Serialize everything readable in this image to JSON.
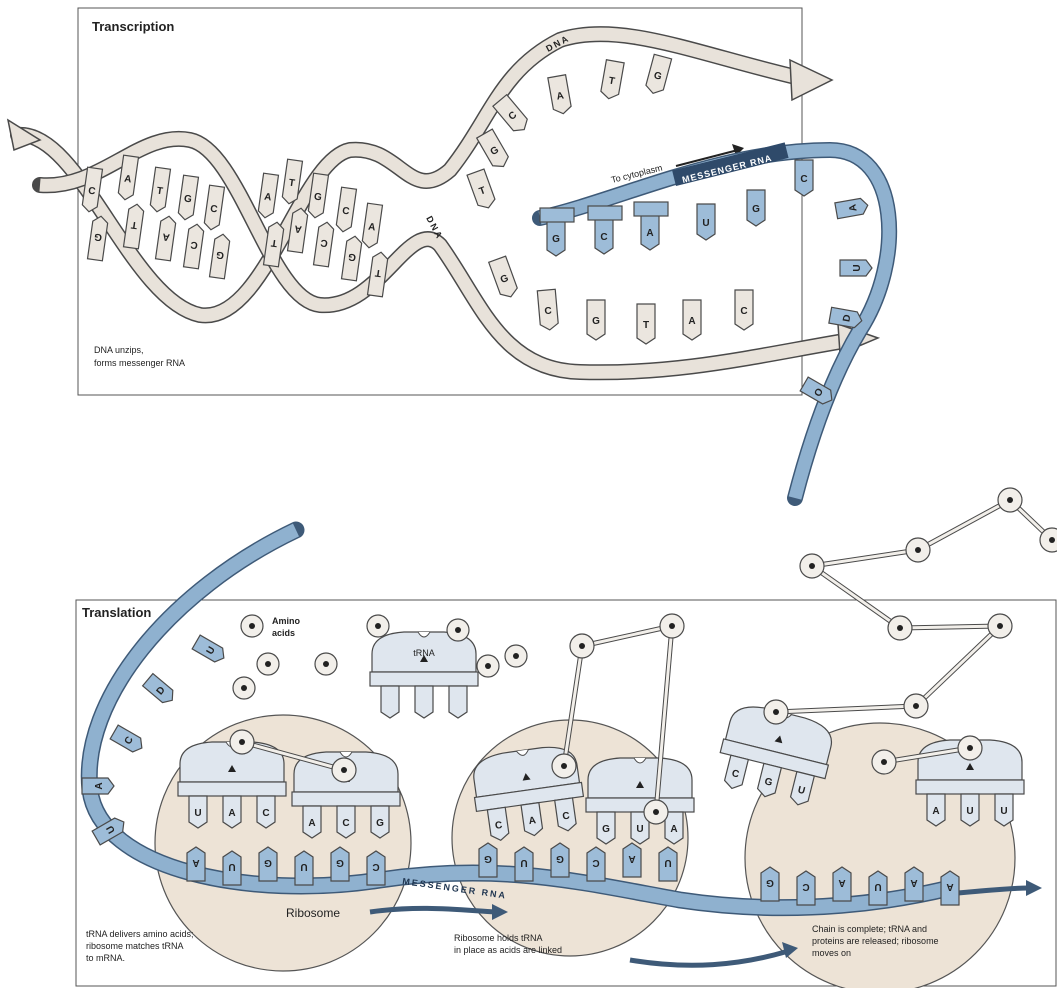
{
  "colors": {
    "dna_strand": "#e8e2da",
    "dna_piece": "#ebe6df",
    "mrna": "#8fb1cf",
    "mrna_piece": "#9dbcd8",
    "trna": "#dfe6ee",
    "ribosome": "#ede3d6",
    "outline": "#4a4a4a",
    "panel_border": "#555555"
  },
  "transcription": {
    "title": "Transcription",
    "dna_label_top": "DNA",
    "dna_label_mid": "DNA",
    "to_cytoplasm": "To cytoplasm",
    "messenger_label": "MESSENGER RNA",
    "caption_line1": "DNA unzips,",
    "caption_line2": "forms messenger RNA",
    "helix_bases_top": [
      "C",
      "A",
      "T",
      "G",
      "C",
      "A",
      "T",
      "G",
      "C",
      "A"
    ],
    "helix_bases_bottom": [
      "G",
      "T",
      "A",
      "C",
      "G",
      "T",
      "A",
      "C",
      "G",
      "T"
    ],
    "upper_strand_bases": [
      "T",
      "G",
      "C",
      "A",
      "T",
      "G"
    ],
    "mrna_bases": [
      "G",
      "C",
      "A",
      "U",
      "G",
      "C"
    ],
    "lower_strand_bases": [
      "G",
      "C",
      "G",
      "T",
      "A",
      "C"
    ],
    "curl_bases": [
      "A",
      "U",
      "D",
      "O"
    ]
  },
  "translation": {
    "title": "Translation",
    "amino_label_1": "Amino",
    "amino_label_2": "acids",
    "trna_label": "tRNA",
    "messenger_label": "MESSENGER RNA",
    "ribosome_label": "Ribosome",
    "left_strand_bases": [
      "U",
      "D",
      "C",
      "A",
      "U"
    ],
    "r1_trna1_anticodon": [
      "U",
      "A",
      "C"
    ],
    "r1_trna2_anticodon": [
      "A",
      "C",
      "G"
    ],
    "r1_codons": [
      "A",
      "U",
      "G",
      "U",
      "G",
      "C"
    ],
    "r2_trna1_anticodon": [
      "C",
      "A",
      "C"
    ],
    "r2_trna2_anticodon": [
      "G",
      "U",
      "A"
    ],
    "r2_codons": [
      "G",
      "U",
      "G",
      "C",
      "A",
      "U"
    ],
    "r3_leaving_anticodon": [
      "C",
      "G",
      "U"
    ],
    "r3_trna_anticodon": [
      "A",
      "U",
      "U"
    ],
    "r3_codons": [
      "G",
      "C",
      "A",
      "U",
      "A",
      "A"
    ],
    "caption1_line1": "tRNA delivers amino acids;",
    "caption1_line2": "ribosome matches tRNA",
    "caption1_line3": "to mRNA.",
    "caption2_line1": "Ribosome holds tRNA",
    "caption2_line2": "in place as acids are linked",
    "caption3_line1": "Chain is complete; tRNA and",
    "caption3_line2": "proteins are released; ribosome",
    "caption3_line3": "moves on"
  }
}
